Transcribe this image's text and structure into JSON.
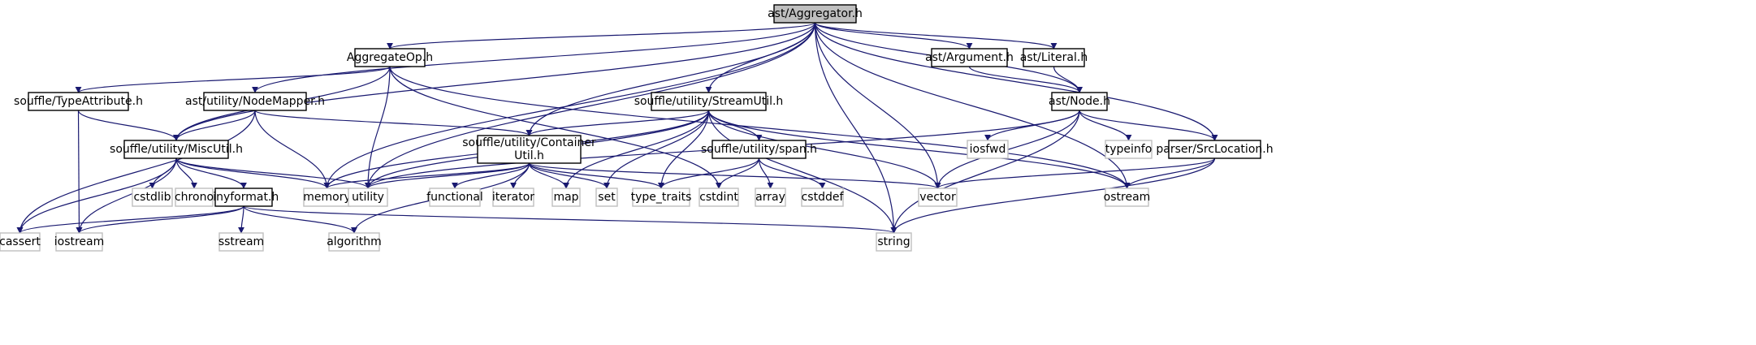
{
  "diagram": {
    "colors": {
      "edge": "#191970",
      "root_fill": "#bfbfbf",
      "project_border": "#000000",
      "system_border": "#bfbfbf"
    },
    "nodes": [
      {
        "id": "root",
        "kind": "root",
        "lines": [
          "ast/Aggregator.h"
        ]
      },
      {
        "id": "aggop",
        "kind": "project",
        "lines": [
          "AggregateOp.h"
        ]
      },
      {
        "id": "argument",
        "kind": "project",
        "lines": [
          "ast/Argument.h"
        ]
      },
      {
        "id": "literal",
        "kind": "project",
        "lines": [
          "ast/Literal.h"
        ]
      },
      {
        "id": "typeattr",
        "kind": "project",
        "lines": [
          "souffle/TypeAttribute.h"
        ]
      },
      {
        "id": "nodemapper",
        "kind": "project",
        "lines": [
          "ast/utility/NodeMapper.h"
        ]
      },
      {
        "id": "streamutil",
        "kind": "project",
        "lines": [
          "souffle/utility/StreamUtil.h"
        ]
      },
      {
        "id": "astnode",
        "kind": "project",
        "lines": [
          "ast/Node.h"
        ]
      },
      {
        "id": "miscutil",
        "kind": "project",
        "lines": [
          "souffle/utility/MiscUtil.h"
        ]
      },
      {
        "id": "container",
        "kind": "project",
        "lines": [
          "souffle/utility/Container",
          "Util.h"
        ]
      },
      {
        "id": "span",
        "kind": "project",
        "lines": [
          "souffle/utility/span.h"
        ]
      },
      {
        "id": "srcloc",
        "kind": "project",
        "lines": [
          "parser/SrcLocation.h"
        ]
      },
      {
        "id": "tinyformat",
        "kind": "project",
        "lines": [
          "tinyformat.h"
        ]
      },
      {
        "id": "iosfwd",
        "kind": "system",
        "lines": [
          "iosfwd"
        ]
      },
      {
        "id": "typeinfo",
        "kind": "system",
        "lines": [
          "typeinfo"
        ]
      },
      {
        "id": "cstdlib",
        "kind": "system",
        "lines": [
          "cstdlib"
        ]
      },
      {
        "id": "chrono",
        "kind": "system",
        "lines": [
          "chrono"
        ]
      },
      {
        "id": "memory",
        "kind": "system",
        "lines": [
          "memory"
        ]
      },
      {
        "id": "utility",
        "kind": "system",
        "lines": [
          "utility"
        ]
      },
      {
        "id": "functional",
        "kind": "system",
        "lines": [
          "functional"
        ]
      },
      {
        "id": "iterator",
        "kind": "system",
        "lines": [
          "iterator"
        ]
      },
      {
        "id": "map",
        "kind": "system",
        "lines": [
          "map"
        ]
      },
      {
        "id": "set",
        "kind": "system",
        "lines": [
          "set"
        ]
      },
      {
        "id": "type_traits",
        "kind": "system",
        "lines": [
          "type_traits"
        ]
      },
      {
        "id": "cstdint",
        "kind": "system",
        "lines": [
          "cstdint"
        ]
      },
      {
        "id": "array",
        "kind": "system",
        "lines": [
          "array"
        ]
      },
      {
        "id": "cstddef",
        "kind": "system",
        "lines": [
          "cstddef"
        ]
      },
      {
        "id": "vector",
        "kind": "system",
        "lines": [
          "vector"
        ]
      },
      {
        "id": "ostream",
        "kind": "system",
        "lines": [
          "ostream"
        ]
      },
      {
        "id": "cassert",
        "kind": "system",
        "lines": [
          "cassert"
        ]
      },
      {
        "id": "iostream",
        "kind": "system",
        "lines": [
          "iostream"
        ]
      },
      {
        "id": "sstream",
        "kind": "system",
        "lines": [
          "sstream"
        ]
      },
      {
        "id": "algorithm",
        "kind": "system",
        "lines": [
          "algorithm"
        ]
      },
      {
        "id": "string",
        "kind": "system",
        "lines": [
          "string"
        ]
      }
    ],
    "edges": [
      [
        "root",
        "aggop"
      ],
      [
        "root",
        "argument"
      ],
      [
        "root",
        "literal"
      ],
      [
        "root",
        "astnode"
      ],
      [
        "root",
        "srcloc"
      ],
      [
        "root",
        "miscutil"
      ],
      [
        "root",
        "nodemapper"
      ],
      [
        "root",
        "streamutil"
      ],
      [
        "root",
        "container"
      ],
      [
        "root",
        "memory"
      ],
      [
        "root",
        "utility"
      ],
      [
        "root",
        "vector"
      ],
      [
        "root",
        "string"
      ],
      [
        "root",
        "ostream"
      ],
      [
        "aggop",
        "typeattr"
      ],
      [
        "aggop",
        "miscutil"
      ],
      [
        "aggop",
        "utility"
      ],
      [
        "aggop",
        "cstdint"
      ],
      [
        "aggop",
        "ostream"
      ],
      [
        "argument",
        "astnode"
      ],
      [
        "literal",
        "astnode"
      ],
      [
        "typeattr",
        "miscutil"
      ],
      [
        "typeattr",
        "iostream"
      ],
      [
        "nodemapper",
        "miscutil"
      ],
      [
        "nodemapper",
        "container"
      ],
      [
        "nodemapper",
        "memory"
      ],
      [
        "nodemapper",
        "cassert"
      ],
      [
        "streamutil",
        "container"
      ],
      [
        "streamutil",
        "span"
      ],
      [
        "streamutil",
        "memory"
      ],
      [
        "streamutil",
        "utility"
      ],
      [
        "streamutil",
        "map"
      ],
      [
        "streamutil",
        "set"
      ],
      [
        "streamutil",
        "type_traits"
      ],
      [
        "streamutil",
        "vector"
      ],
      [
        "streamutil",
        "string"
      ],
      [
        "streamutil",
        "ostream"
      ],
      [
        "astnode",
        "srcloc"
      ],
      [
        "astnode",
        "iosfwd"
      ],
      [
        "astnode",
        "typeinfo"
      ],
      [
        "astnode",
        "vector"
      ],
      [
        "astnode",
        "string"
      ],
      [
        "astnode",
        "utility"
      ],
      [
        "miscutil",
        "tinyformat"
      ],
      [
        "miscutil",
        "cstdlib"
      ],
      [
        "miscutil",
        "chrono"
      ],
      [
        "miscutil",
        "memory"
      ],
      [
        "miscutil",
        "utility"
      ],
      [
        "miscutil",
        "cassert"
      ],
      [
        "miscutil",
        "iostream"
      ],
      [
        "container",
        "memory"
      ],
      [
        "container",
        "utility"
      ],
      [
        "container",
        "functional"
      ],
      [
        "container",
        "iterator"
      ],
      [
        "container",
        "map"
      ],
      [
        "container",
        "set"
      ],
      [
        "container",
        "type_traits"
      ],
      [
        "container",
        "vector"
      ],
      [
        "container",
        "algorithm"
      ],
      [
        "span",
        "type_traits"
      ],
      [
        "span",
        "cstdint"
      ],
      [
        "span",
        "array"
      ],
      [
        "span",
        "cstddef"
      ],
      [
        "srcloc",
        "vector"
      ],
      [
        "srcloc",
        "ostream"
      ],
      [
        "srcloc",
        "string"
      ],
      [
        "tinyformat",
        "cassert"
      ],
      [
        "tinyformat",
        "iostream"
      ],
      [
        "tinyformat",
        "sstream"
      ],
      [
        "tinyformat",
        "algorithm"
      ],
      [
        "tinyformat",
        "string"
      ]
    ]
  }
}
